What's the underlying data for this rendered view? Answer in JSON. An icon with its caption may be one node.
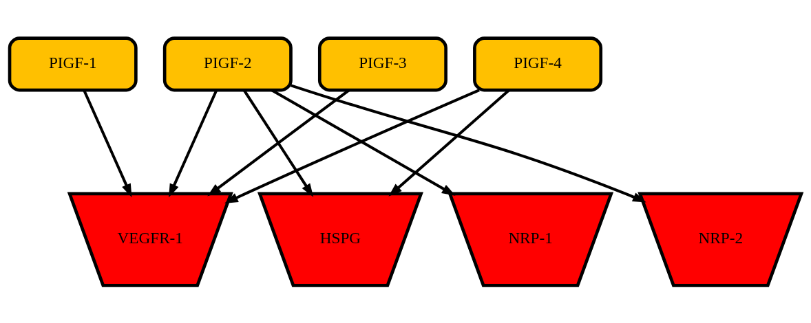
{
  "diagram": {
    "nodes": [
      {
        "text": [
          "PIGF-1"
        ]
      },
      {
        "text": [
          "PIGF-2"
        ]
      },
      {
        "text": [
          "PIGF-3"
        ]
      },
      {
        "text": [
          "PIGF-4"
        ]
      },
      {
        "text": [
          "VEGFR-1"
        ]
      },
      {
        "text": [
          "HSPG"
        ]
      },
      {
        "text": [
          "NRP-1"
        ]
      },
      {
        "text": [
          "NRP-2"
        ]
      }
    ],
    "edges": [
      {
        "from": 0,
        "to": 4,
        "arrow": "to"
      },
      {
        "from": 1,
        "to": 4,
        "arrow": "to"
      },
      {
        "from": 1,
        "to": 5,
        "arrow": "to"
      },
      {
        "from": 1,
        "to": 6,
        "arrow": "to"
      },
      {
        "from": 1,
        "to": 7,
        "arrow": "to"
      },
      {
        "from": 2,
        "to": 4,
        "arrow": "to"
      },
      {
        "from": 3,
        "to": 4,
        "arrow": "to"
      },
      {
        "from": 3,
        "to": 5,
        "arrow": "to"
      }
    ]
  }
}
